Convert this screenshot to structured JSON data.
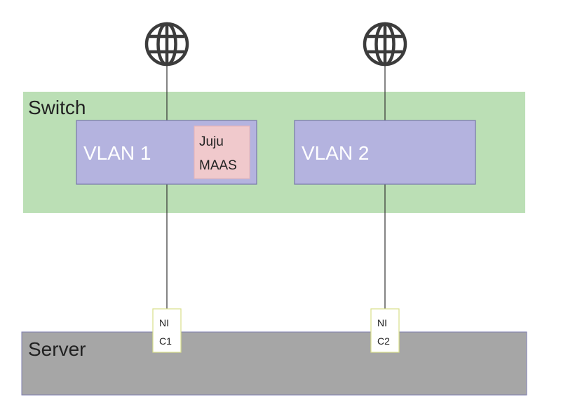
{
  "switch": {
    "label": "Switch",
    "color": "#bbdfb5"
  },
  "server": {
    "label": "Server",
    "color": "#a6a6a6",
    "border": "#7f7fb0"
  },
  "vlans": [
    {
      "label": "VLAN 1",
      "color": "#b4b3df",
      "border": "#7777aa"
    },
    {
      "label": "VLAN 2",
      "color": "#b4b3df",
      "border": "#7777aa"
    }
  ],
  "controller": {
    "line1": "Juju",
    "line2": "MAAS",
    "color": "#f0c9cc"
  },
  "nics": [
    {
      "line1": "NI",
      "line2": "C1"
    },
    {
      "line1": "NI",
      "line2": "C2"
    }
  ],
  "icons": {
    "internet": "globe-icon",
    "color": "#3c3c3c"
  }
}
